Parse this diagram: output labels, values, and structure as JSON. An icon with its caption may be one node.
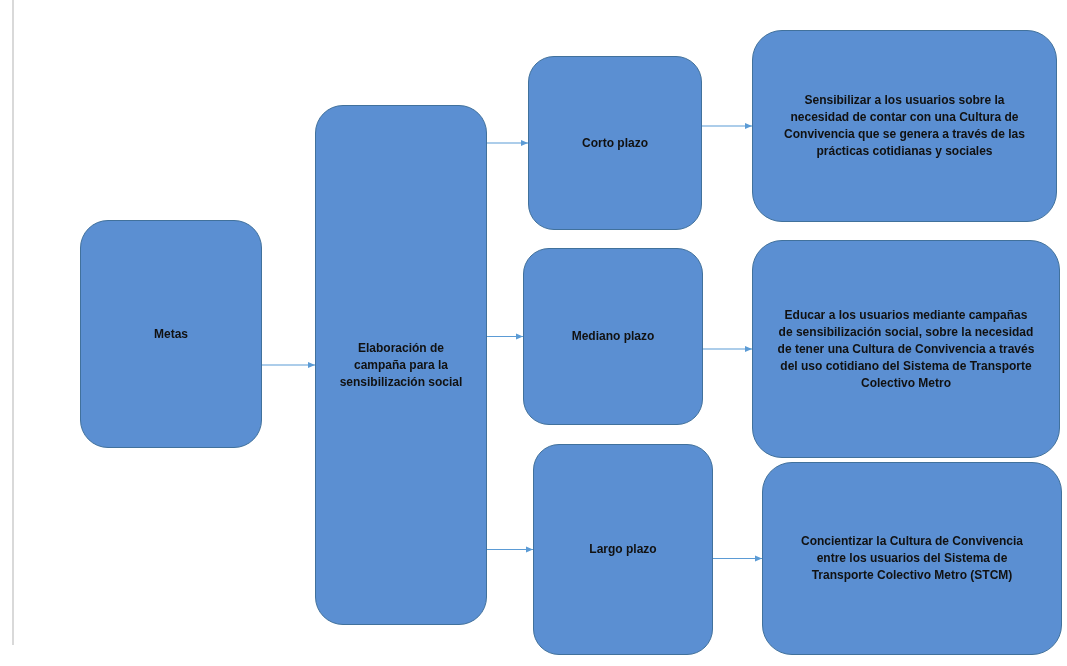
{
  "diagram": {
    "nodes": [
      {
        "text": [
          "Metas"
        ]
      },
      {
        "text": [
          "Elaboración de campaña para la sensibilización social"
        ]
      },
      {
        "text": [
          "Corto plazo"
        ]
      },
      {
        "text": [
          "Sensibilizar a los usuarios sobre la necesidad de contar con una Cultura de Convivencia que se genera a través de las prácticas cotidianas y sociales"
        ]
      },
      {
        "text": [
          "Mediano plazo"
        ]
      },
      {
        "text": [
          "Educar a los usuarios mediante campañas de sensibilización social, sobre la necesidad de tener una Cultura de Convivencia a través del uso cotidiano del Sistema de Transporte Colectivo Metro"
        ]
      },
      {
        "text": [
          "Largo plazo"
        ]
      },
      {
        "text": [
          "Concientizar la Cultura de Convivencia entre los usuarios del Sistema de Transporte Colectivo Metro (STCM)"
        ]
      }
    ],
    "edges": [
      {
        "from": 0,
        "to": 1,
        "arrow": "to"
      },
      {
        "from": 1,
        "to": 2,
        "arrow": "to"
      },
      {
        "from": 1,
        "to": 4,
        "arrow": "to"
      },
      {
        "from": 1,
        "to": 6,
        "arrow": "to"
      },
      {
        "from": 2,
        "to": 3,
        "arrow": "to"
      },
      {
        "from": 4,
        "to": 5,
        "arrow": "to"
      },
      {
        "from": 6,
        "to": 7,
        "arrow": "to"
      }
    ]
  }
}
